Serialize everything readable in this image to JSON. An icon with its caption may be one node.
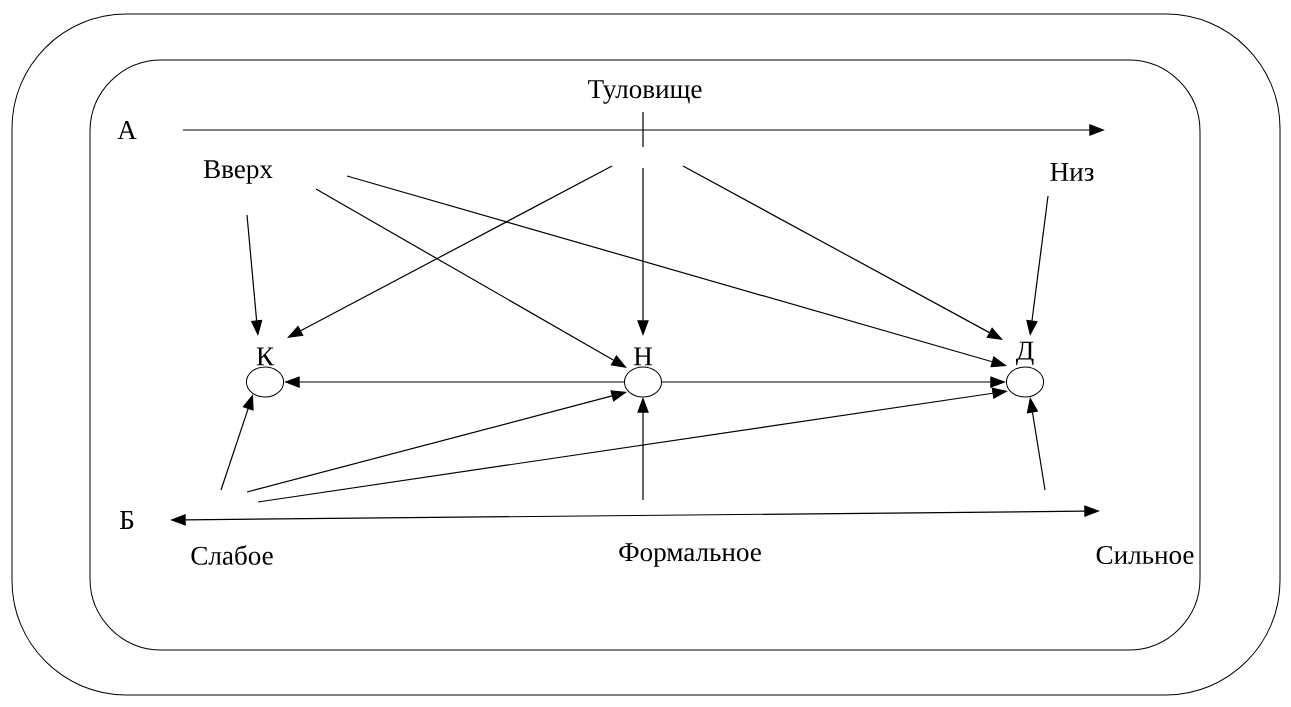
{
  "diagram": {
    "nodes": [
      {
        "text": [],
        "shape": "box"
      },
      {
        "text": [],
        "shape": "box",
        "in": 0
      },
      {
        "text": [
          "Туловище"
        ],
        "in": 1
      },
      {
        "text": [
          "Вверх"
        ],
        "in": 1
      },
      {
        "text": [
          "Низ"
        ],
        "in": 1
      },
      {
        "text": [
          "К"
        ],
        "in": 1
      },
      {
        "text": [
          "Н"
        ],
        "in": 1
      },
      {
        "text": [
          "Д"
        ],
        "in": 1
      },
      {
        "text": [
          "Слабое"
        ],
        "in": 1
      },
      {
        "text": [
          "Формальное"
        ],
        "in": 1
      },
      {
        "text": [
          "Сильное"
        ],
        "in": 1
      }
    ],
    "edges": [
      {
        "from": 2,
        "to": 5,
        "arrow": "to"
      },
      {
        "from": 2,
        "to": 6,
        "arrow": "to"
      },
      {
        "from": 2,
        "to": 7,
        "arrow": "to"
      },
      {
        "from": 3,
        "to": 5,
        "arrow": "to"
      },
      {
        "from": 3,
        "to": 6,
        "arrow": "to"
      },
      {
        "from": 3,
        "to": 7,
        "arrow": "to"
      },
      {
        "from": 4,
        "to": 7,
        "arrow": "to"
      },
      {
        "from": 6,
        "to": 5,
        "arrow": "to"
      },
      {
        "from": 6,
        "to": 7,
        "arrow": "to"
      },
      {
        "from": 8,
        "to": 5,
        "arrow": "to"
      },
      {
        "from": 8,
        "to": 6,
        "arrow": "to"
      },
      {
        "from": 8,
        "to": 7,
        "arrow": "to"
      },
      {
        "from": 9,
        "to": 6,
        "arrow": "to"
      },
      {
        "from": 10,
        "to": 7,
        "arrow": "to"
      }
    ],
    "labels": [
      "А",
      "Б"
    ]
  }
}
